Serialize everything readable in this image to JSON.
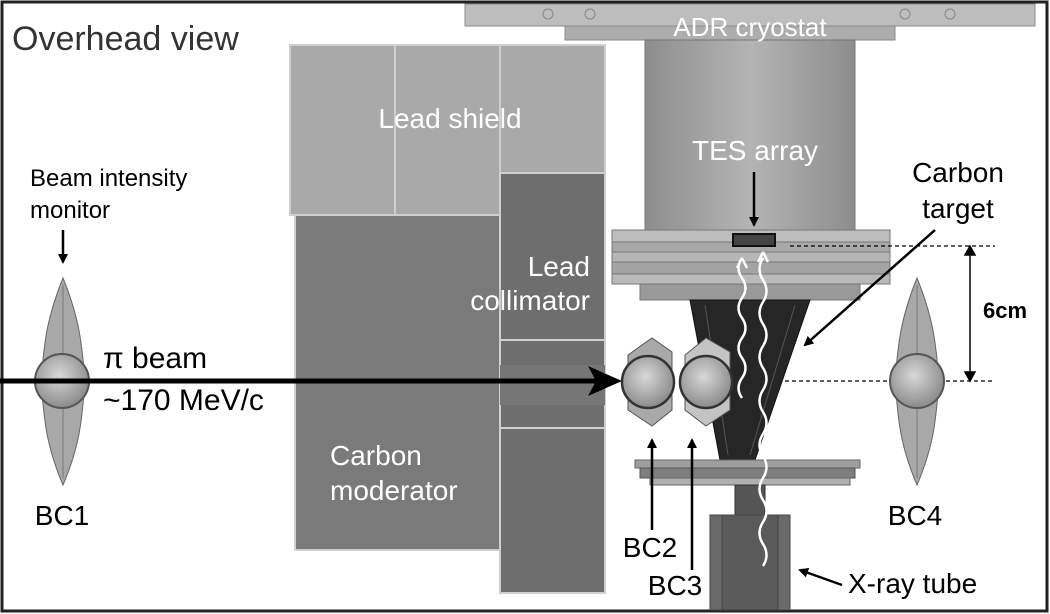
{
  "title": "Overhead view",
  "labels": {
    "adr_cryostat": "ADR cryostat",
    "lead_shield": "Lead shield",
    "tes_array": "TES array",
    "carbon_target_line1": "Carbon",
    "carbon_target_line2": "target",
    "beam_monitor_line1": "Beam intensity",
    "beam_monitor_line2": "monitor",
    "lead_collimator_line1": "Lead",
    "lead_collimator_line2": "collimator",
    "pi_beam": "π beam",
    "momentum": "~170 MeV/c",
    "distance": "6cm",
    "carbon_moderator_line1": "Carbon",
    "carbon_moderator_line2": "moderator",
    "bc1": "BC1",
    "bc2": "BC2",
    "bc3": "BC3",
    "bc4": "BC4",
    "xray_tube": "X-ray tube"
  },
  "colors": {
    "frame": "#222222",
    "lead_shield": "#a9a9a9",
    "carbon_moderator": "#7a7a7a",
    "lead_collimator": "#6e6e6e",
    "cryostat": "#9c9c9c",
    "target_cone": "#262626",
    "beam_arrow": "#000000",
    "label_light": "#ffffff",
    "label_dark": "#000000"
  }
}
